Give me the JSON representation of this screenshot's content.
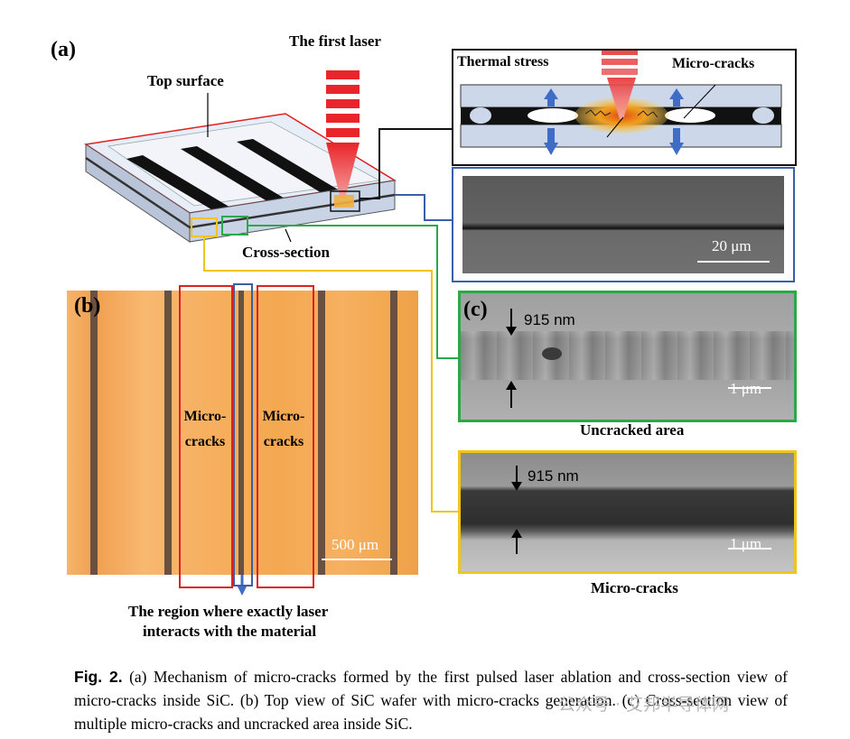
{
  "panel_a": {
    "letter": "(a)",
    "top_surface": "Top surface",
    "first_laser": "The first laser",
    "cross_section": "Cross-section",
    "thermal_stress": "Thermal stress",
    "micro_cracks": "Micro-cracks",
    "scale_20": "20 μm"
  },
  "panel_b": {
    "letter": "(b)",
    "box1_line1": "Micro-",
    "box1_line2": "cracks",
    "box2_line1": "Micro-",
    "box2_line2": "cracks",
    "scale_500": "500 μm",
    "region_line1": "The region where exactly laser",
    "region_line2": "interacts with the material"
  },
  "panel_c": {
    "letter": "(c)",
    "thickness_top": "915 nm",
    "scale_top": "1 μm",
    "uncracked_label": "Uncracked area",
    "thickness_bottom": "915 nm",
    "scale_bottom": "1 μm",
    "microcracks_label": "Micro-cracks"
  },
  "caption": {
    "fig": "Fig. 2.",
    "text": "(a) Mechanism of micro-cracks formed by the first pulsed laser ablation and cross-section view of micro-cracks inside SiC. (b) Top view of SiC wafer with micro-cracks generation. (c) Cross-section view of multiple micro-cracks and uncracked area inside SiC."
  },
  "watermark": "公众号 · 艾邦半导体网",
  "colors": {
    "laser_red": "#e8252a",
    "wafer_blue": "#cdd7ea",
    "box_blue": "#3a5ea8",
    "box_green": "#2aa84a",
    "box_yellow": "#f2c31a",
    "box_red": "#e02020",
    "arrow_blue": "#3f6cc4"
  }
}
